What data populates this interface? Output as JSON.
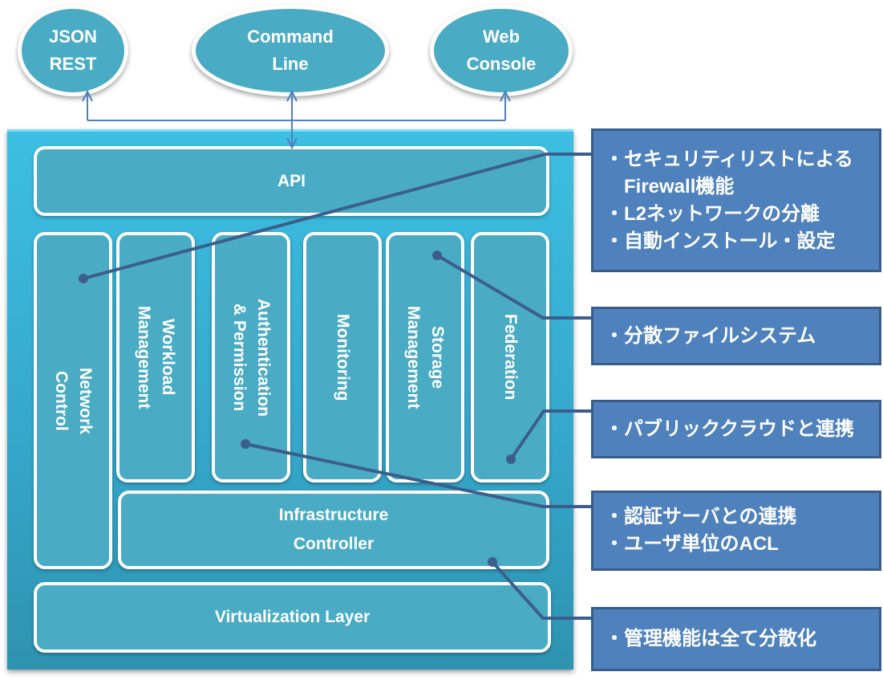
{
  "clients": [
    {
      "id": "json-rest",
      "lines": [
        "JSON",
        "REST"
      ]
    },
    {
      "id": "command-line",
      "lines": [
        "Command",
        "Line"
      ]
    },
    {
      "id": "web-console",
      "lines": [
        "Web",
        "Console"
      ]
    }
  ],
  "architecture": {
    "api": "API",
    "modules": [
      {
        "id": "network-control",
        "lines": [
          "Network",
          "Control"
        ]
      },
      {
        "id": "workload-management",
        "lines": [
          "Workload",
          "Management"
        ]
      },
      {
        "id": "authentication-permission",
        "lines": [
          "Authentication",
          "& Permission"
        ]
      },
      {
        "id": "monitoring",
        "lines": [
          "Monitoring"
        ]
      },
      {
        "id": "storage-management",
        "lines": [
          "Storage",
          "Management"
        ]
      },
      {
        "id": "federation",
        "lines": [
          "Federation"
        ]
      }
    ],
    "infrastructure_controller": [
      "Infrastructure",
      "Controller"
    ],
    "virtualization_layer": "Virtualization Layer"
  },
  "callouts": [
    {
      "id": "network-features",
      "lines": [
        "・セキュリティリストによる",
        "　Firewall機能",
        "・L2ネットワークの分離",
        "・自動インストール・設定"
      ]
    },
    {
      "id": "storage-features",
      "lines": [
        "・分散ファイルシステム"
      ]
    },
    {
      "id": "federation-features",
      "lines": [
        "・パブリッククラウドと連携"
      ]
    },
    {
      "id": "auth-features",
      "lines": [
        "・認証サーバとの連携",
        "・ユーザ単位のACL"
      ]
    },
    {
      "id": "infrastructure-features",
      "lines": [
        "・管理機能は全て分散化"
      ]
    }
  ],
  "colors": {
    "frame": "#3cbfe2",
    "block": "#4aabc5",
    "callout": "#4f81bd",
    "callout_border": "#385d8a",
    "connector": "#3b5e8c",
    "arrow": "#4f81bd"
  }
}
